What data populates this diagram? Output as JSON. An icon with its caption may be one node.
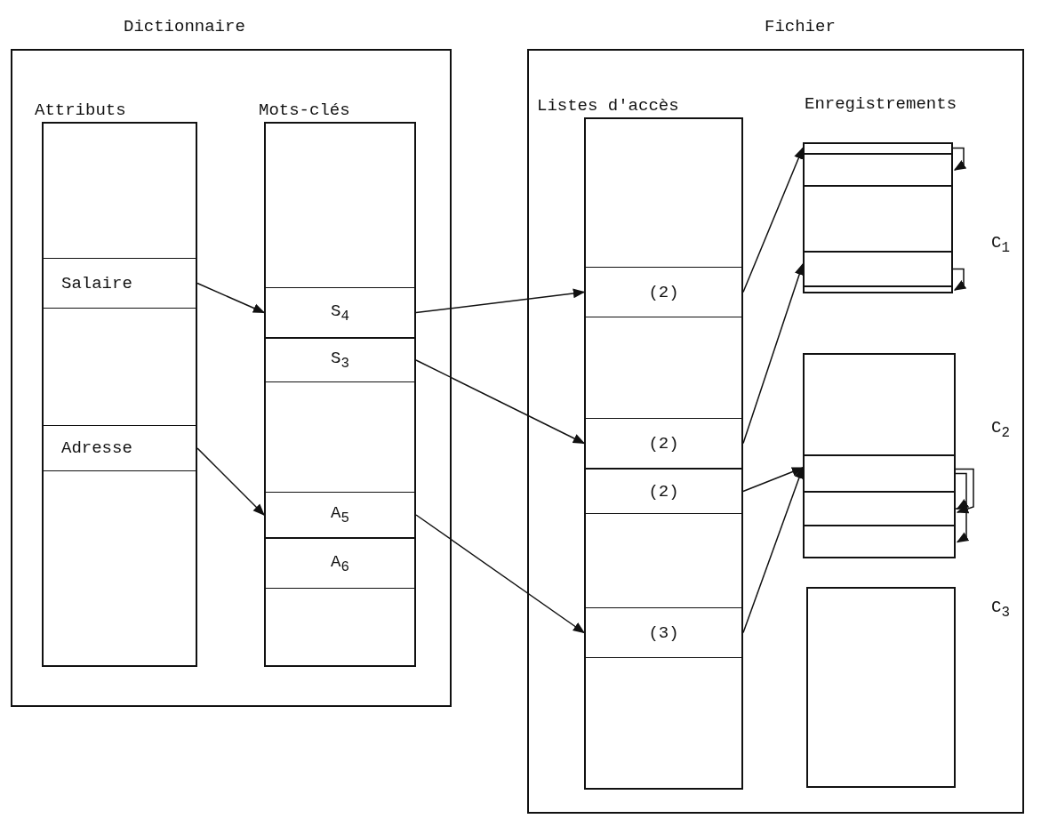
{
  "diagram": {
    "nodes": [
      {
        "text": [
          "Dictionnaire"
        ]
      },
      {
        "text": [
          "Attributs"
        ],
        "in": 0
      },
      {
        "text": [
          "Salaire"
        ],
        "in": 1
      },
      {
        "text": [
          "Adresse"
        ],
        "in": 1
      },
      {
        "text": [
          "Mots-clés"
        ],
        "in": 0
      },
      {
        "text": [
          "S$_{4}$"
        ],
        "in": 4
      },
      {
        "text": [
          "S$_{3}$"
        ],
        "in": 4
      },
      {
        "text": [
          "A$_{5}$"
        ],
        "in": 4
      },
      {
        "text": [
          "A$_{6}$"
        ],
        "in": 4
      },
      {
        "text": [
          "Fichier"
        ]
      },
      {
        "text": [
          "Listes d'accès"
        ],
        "in": 9
      },
      {
        "text": [
          "(2)"
        ],
        "in": 10
      },
      {
        "text": [
          "(2)"
        ],
        "in": 10
      },
      {
        "text": [
          "(2)"
        ],
        "in": 10
      },
      {
        "text": [
          "(3)"
        ],
        "in": 10
      },
      {
        "text": [],
        "shape": "box",
        "in": 9,
        "beside": [
          "C$_{1}$"
        ]
      },
      {
        "text": [],
        "shape": "box",
        "in": 15
      },
      {
        "text": [],
        "shape": "box",
        "in": 15
      },
      {
        "text": [],
        "shape": "box",
        "in": 15
      },
      {
        "text": [],
        "shape": "box",
        "in": 15
      },
      {
        "text": [],
        "shape": "box",
        "in": 15
      },
      {
        "text": [],
        "shape": "box",
        "in": 9,
        "beside": [
          "C$_{2}$"
        ]
      },
      {
        "text": [],
        "shape": "box",
        "in": 21
      },
      {
        "text": [],
        "shape": "box",
        "in": 21
      },
      {
        "text": [],
        "shape": "box",
        "in": 21
      },
      {
        "text": [],
        "shape": "box",
        "in": 21
      },
      {
        "text": [],
        "shape": "box",
        "in": 9,
        "beside": [
          "C$_{3}$"
        ]
      }
    ],
    "edges": [
      {
        "from": 2,
        "to": 5,
        "arrow": "to"
      },
      {
        "from": 3,
        "to": 7,
        "arrow": "to"
      },
      {
        "from": 5,
        "to": 11,
        "arrow": "to"
      },
      {
        "from": 6,
        "to": 12,
        "arrow": "to"
      },
      {
        "from": 7,
        "to": 14,
        "arrow": "to"
      },
      {
        "from": 11,
        "to": 16,
        "arrow": "to"
      },
      {
        "from": 12,
        "to": 19,
        "arrow": "to"
      },
      {
        "from": 13,
        "to": 23,
        "arrow": "to"
      },
      {
        "from": 14,
        "to": 23,
        "arrow": "to"
      },
      {
        "from": 16,
        "to": 17,
        "arrow": "to"
      },
      {
        "from": 19,
        "to": 20,
        "arrow": "to"
      },
      {
        "from": 23,
        "to": 24,
        "arrow": "to"
      },
      {
        "from": 23,
        "to": 24,
        "arrow": "to"
      },
      {
        "from": 24,
        "to": 25,
        "arrow": "to"
      }
    ],
    "labels": [
      "Enregistrements"
    ]
  }
}
